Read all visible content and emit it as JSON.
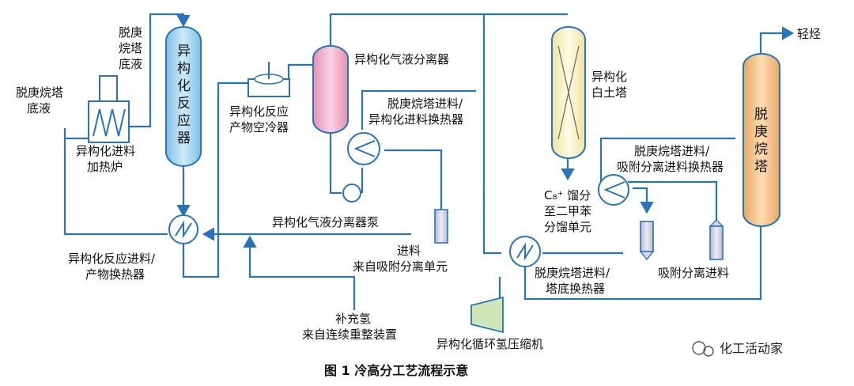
{
  "labels": {
    "bottoms_left": [
      "脱庚烷塔",
      "底液"
    ],
    "bottoms_top": [
      "脱庚",
      "烷塔",
      "底液"
    ],
    "heater": [
      "异构化进料",
      "加热炉"
    ],
    "reactor": [
      "异",
      "构",
      "化",
      "反",
      "应",
      "器"
    ],
    "air_cooler": [
      "异构化反应",
      "产物空冷器"
    ],
    "separator": "异构化气液分离器",
    "exchanger_mid": [
      "脱庚烷塔进料/",
      "异构化进料换热器"
    ],
    "separator_pump": "异构化气液分离器泵",
    "feed_from_adsorption": [
      "进料",
      "来自吸附分离单元"
    ],
    "reaction_exchanger": [
      "异构化反应进料/",
      "产物换热器"
    ],
    "makeup_h2": [
      "补充氢",
      "来自连续重整装置"
    ],
    "compressor": "异构化循环氢压缩机",
    "clay_tower": [
      "异构化",
      "白土塔"
    ],
    "c8_fraction": [
      "C₈⁺ 馏分",
      "至二甲苯",
      "分馏单元"
    ],
    "bottoms_exchanger": [
      "脱庚烷塔进料/",
      "塔底换热器"
    ],
    "adsorption_exchanger": [
      "脱庚烷塔进料/",
      "吸附分离进料换热器"
    ],
    "adsorption_feed": "吸附分离进料",
    "light_hc": "轻烃",
    "heptane_tower": [
      "脱",
      "庚",
      "烷",
      "塔"
    ]
  },
  "caption": "图 1    冷高分工艺流程示意",
  "watermark": "化工活动家",
  "colors": {
    "flow": "#2a73b8",
    "reactor": "#a9d8ef",
    "separator": "#f3b6cf",
    "clay_tower": "#fbf3c8",
    "heptane_tower": "#f4c48a",
    "vessel_small": "#d9d6e8",
    "compressor": "#cfe6b8"
  }
}
